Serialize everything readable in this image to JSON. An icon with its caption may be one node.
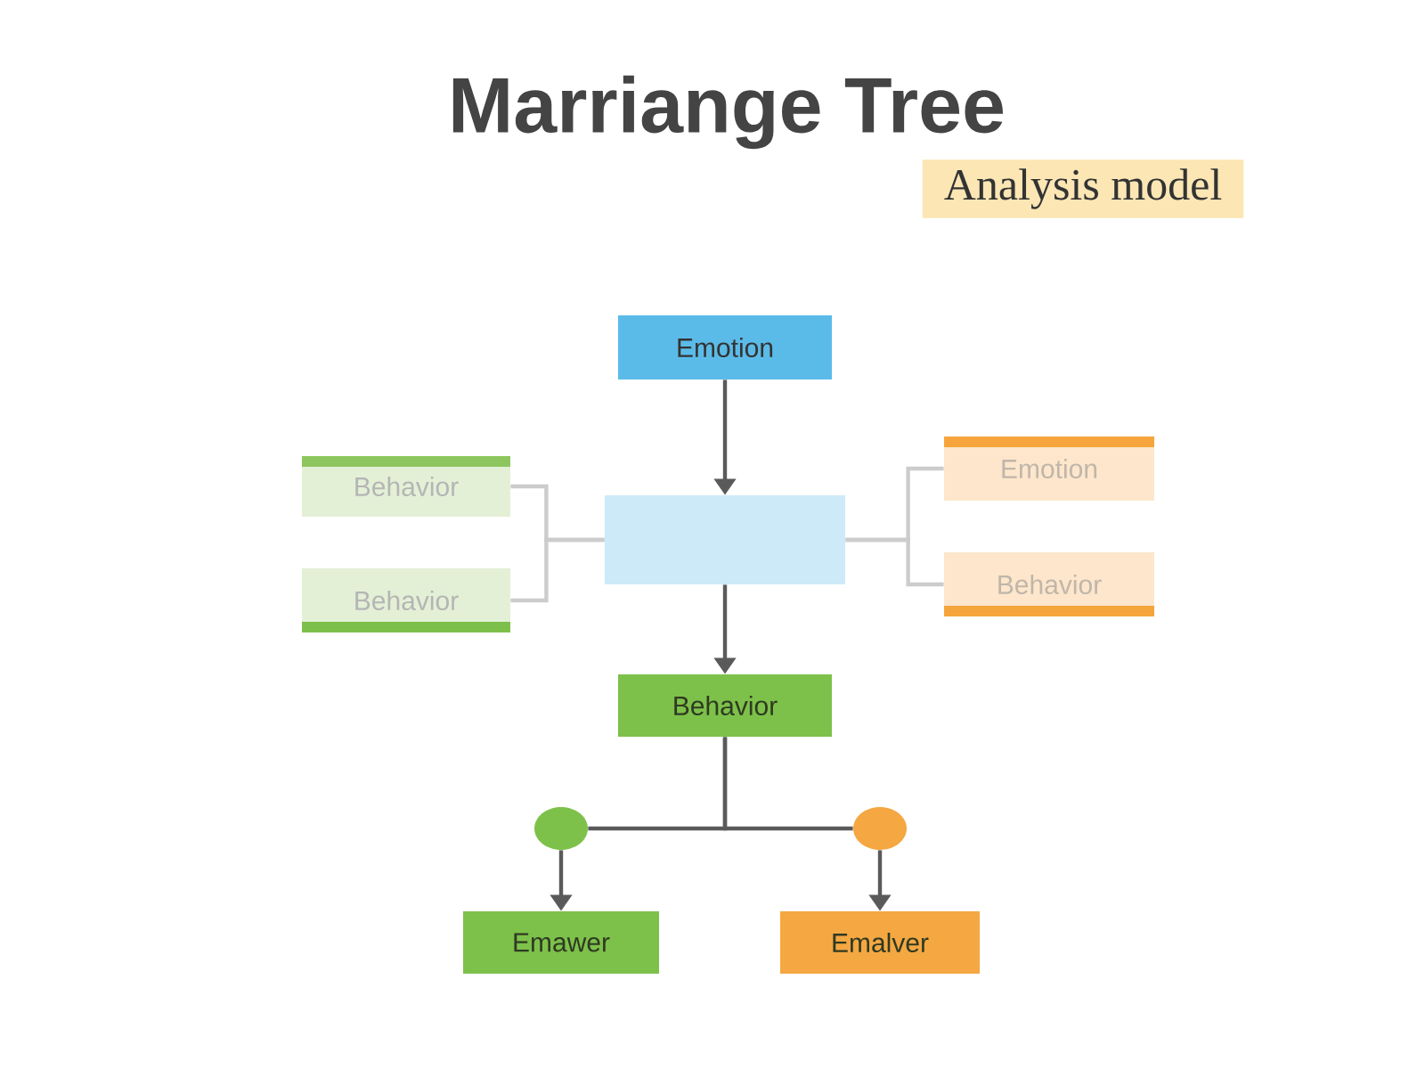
{
  "diagram": {
    "title": "Marriange Tree",
    "nodes": [
      {
        "text": [
          "Emotion"
        ]
      },
      {
        "text": [
          "Behavior"
        ]
      },
      {
        "text": [
          "Behavior"
        ]
      },
      {
        "text": [],
        "shape": "box"
      },
      {
        "text": [
          "Emotion"
        ]
      },
      {
        "text": [
          "Behavior"
        ]
      },
      {
        "text": [
          "Behavior"
        ]
      },
      {
        "text": [],
        "shape": "circle"
      },
      {
        "text": [],
        "shape": "circle"
      },
      {
        "text": [
          "Emawer"
        ]
      },
      {
        "text": [
          "Emalver"
        ]
      }
    ],
    "edges": [
      {
        "from": 0,
        "to": 3,
        "arrow": "to"
      },
      {
        "from": 1,
        "to": 3,
        "arrow": "none",
        "color": "#cccccc"
      },
      {
        "from": 2,
        "to": 3,
        "arrow": "none",
        "color": "#cccccc"
      },
      {
        "from": 4,
        "to": 3,
        "arrow": "none",
        "color": "#cccccc"
      },
      {
        "from": 5,
        "to": 3,
        "arrow": "none",
        "color": "#cccccc"
      },
      {
        "from": 3,
        "to": 6,
        "arrow": "to"
      },
      {
        "from": 6,
        "to": 7,
        "arrow": "none"
      },
      {
        "from": 6,
        "to": 8,
        "arrow": "none"
      },
      {
        "from": 7,
        "to": 9,
        "arrow": "to"
      },
      {
        "from": 8,
        "to": 10,
        "arrow": "to"
      }
    ],
    "labels": [
      "Analysis model"
    ]
  }
}
